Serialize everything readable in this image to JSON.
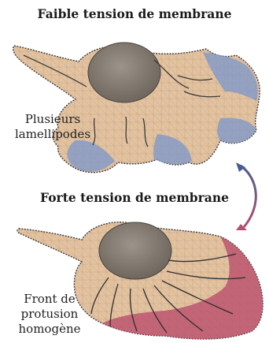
{
  "titles": {
    "low": "Faible tension de membrane",
    "high": "Forte tension de membrane"
  },
  "labels": {
    "low_line1": "Plusieurs",
    "low_line2": "lamellipodes",
    "high_line1": "Front de",
    "high_line2": "protusion",
    "high_line3": "homogène"
  },
  "colors": {
    "cytoplasm": "#e3c2a0",
    "nucleus": "#8a8278",
    "lamellipodia_low": "#7f98c8",
    "protrusion_front_high": "#b94a6c",
    "arrow_top": "#4a5d8f",
    "arrow_bottom": "#b2506f",
    "outline": "#3a3a3a"
  }
}
